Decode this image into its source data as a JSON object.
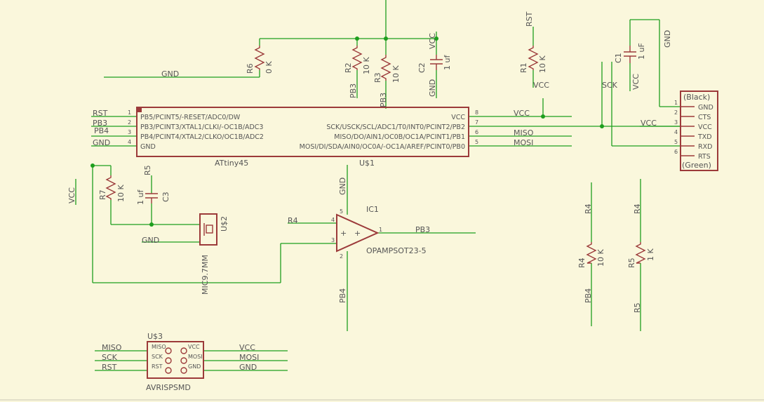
{
  "attiny": {
    "name": "ATtiny45",
    "value": "U$1",
    "left_pins": [
      {
        "num": "1",
        "name": "PB5/PCINT5/-RESET/ADC0/DW",
        "net": "RST"
      },
      {
        "num": "2",
        "name": "PB3/PCINT3/XTAL1/CLKI/-OC1B/ADC3",
        "net": "PB3"
      },
      {
        "num": "3",
        "name": "PB4/PCINT4/XTAL2/CLKO/OC1B/ADC2",
        "net": "PB4"
      },
      {
        "num": "4",
        "name": "GND",
        "net": "GND"
      }
    ],
    "right_pins": [
      {
        "num": "8",
        "name": "VCC",
        "net": "VCC"
      },
      {
        "num": "7",
        "name": "SCK/USCK/SCL/ADC1/T0/INT0/PCINT2/PB2",
        "net": ""
      },
      {
        "num": "6",
        "name": "MISO/DO/AIN1/OC0B/OC1A/PCINT1/PB1",
        "net": "MISO"
      },
      {
        "num": "5",
        "name": "MOSI/DI/SDA/AIN0/OC0A/-OC1A/AREF/PCINT0/PB0",
        "net": "MOSI"
      }
    ]
  },
  "ftdi": {
    "top_label": "(Black)",
    "bottom_label": "(Green)",
    "pins": [
      {
        "num": "1",
        "name": "GND"
      },
      {
        "num": "2",
        "name": "CTS"
      },
      {
        "num": "3",
        "name": "VCC"
      },
      {
        "num": "4",
        "name": "TXD"
      },
      {
        "num": "5",
        "name": "RXD"
      },
      {
        "num": "6",
        "name": "RTS"
      }
    ]
  },
  "isp": {
    "name": "U$3",
    "value": "AVRISPSMD",
    "left_pins": [
      "MISO",
      "SCK",
      "RST"
    ],
    "right_pins": [
      "VCC",
      "MOSI",
      "GND"
    ],
    "left_nets": [
      "MISO",
      "SCK",
      "RST"
    ],
    "right_nets": [
      "VCC",
      "MOSI",
      "GND"
    ]
  },
  "opamp": {
    "name": "IC1",
    "value": "OPAMPSOT23-5",
    "pin_numbers": [
      "5",
      "4",
      "3",
      "2",
      "1"
    ],
    "nets": {
      "top": "GND",
      "in_minus": "R4",
      "bottom": "PB4",
      "out": "PB3"
    }
  },
  "components": {
    "r6": {
      "name": "R6",
      "value": "0 K"
    },
    "r2": {
      "name": "R2",
      "value": "10 K"
    },
    "r3": {
      "name": "R3",
      "value": "10 K"
    },
    "c2": {
      "name": "C2",
      "value": "1 uf"
    },
    "r1": {
      "name": "R1",
      "value": "10 K"
    },
    "c1": {
      "name": "C1",
      "value": "1 uF"
    },
    "r7": {
      "name": "R7",
      "value": "10 K"
    },
    "c3": {
      "name": "C3",
      "value": "1 uf"
    },
    "mic": {
      "name": "U$2",
      "value": "MIC9.7MM"
    },
    "r4": {
      "name": "R4",
      "value": "10 K"
    },
    "r5": {
      "name": "R5",
      "value": "1 K"
    }
  },
  "nets": {
    "gnd_r6": "GND",
    "pb3_r2": "PB3",
    "pb3_r3": "PB3",
    "vcc_c2": "VCC",
    "gnd_c2": "GND",
    "rst_r1": "RST",
    "vcc_r1": "VCC",
    "vcc_pin8": "VCC",
    "sck": "SCK",
    "vcc_c1": "VCC",
    "gnd_c1": "GND",
    "vcc_ftdi": "VCC",
    "vcc_r7": "VCC",
    "r5_c3": "R5",
    "gnd_mic": "GND",
    "r4_top": "R4",
    "pb4_r4": "PB4",
    "r4_right": "R4",
    "r5_right": "R5"
  },
  "colors": {
    "background": "#faf7dc",
    "wire": "#1e9e1e",
    "part": "#9c3a3a",
    "text": "#555555"
  }
}
